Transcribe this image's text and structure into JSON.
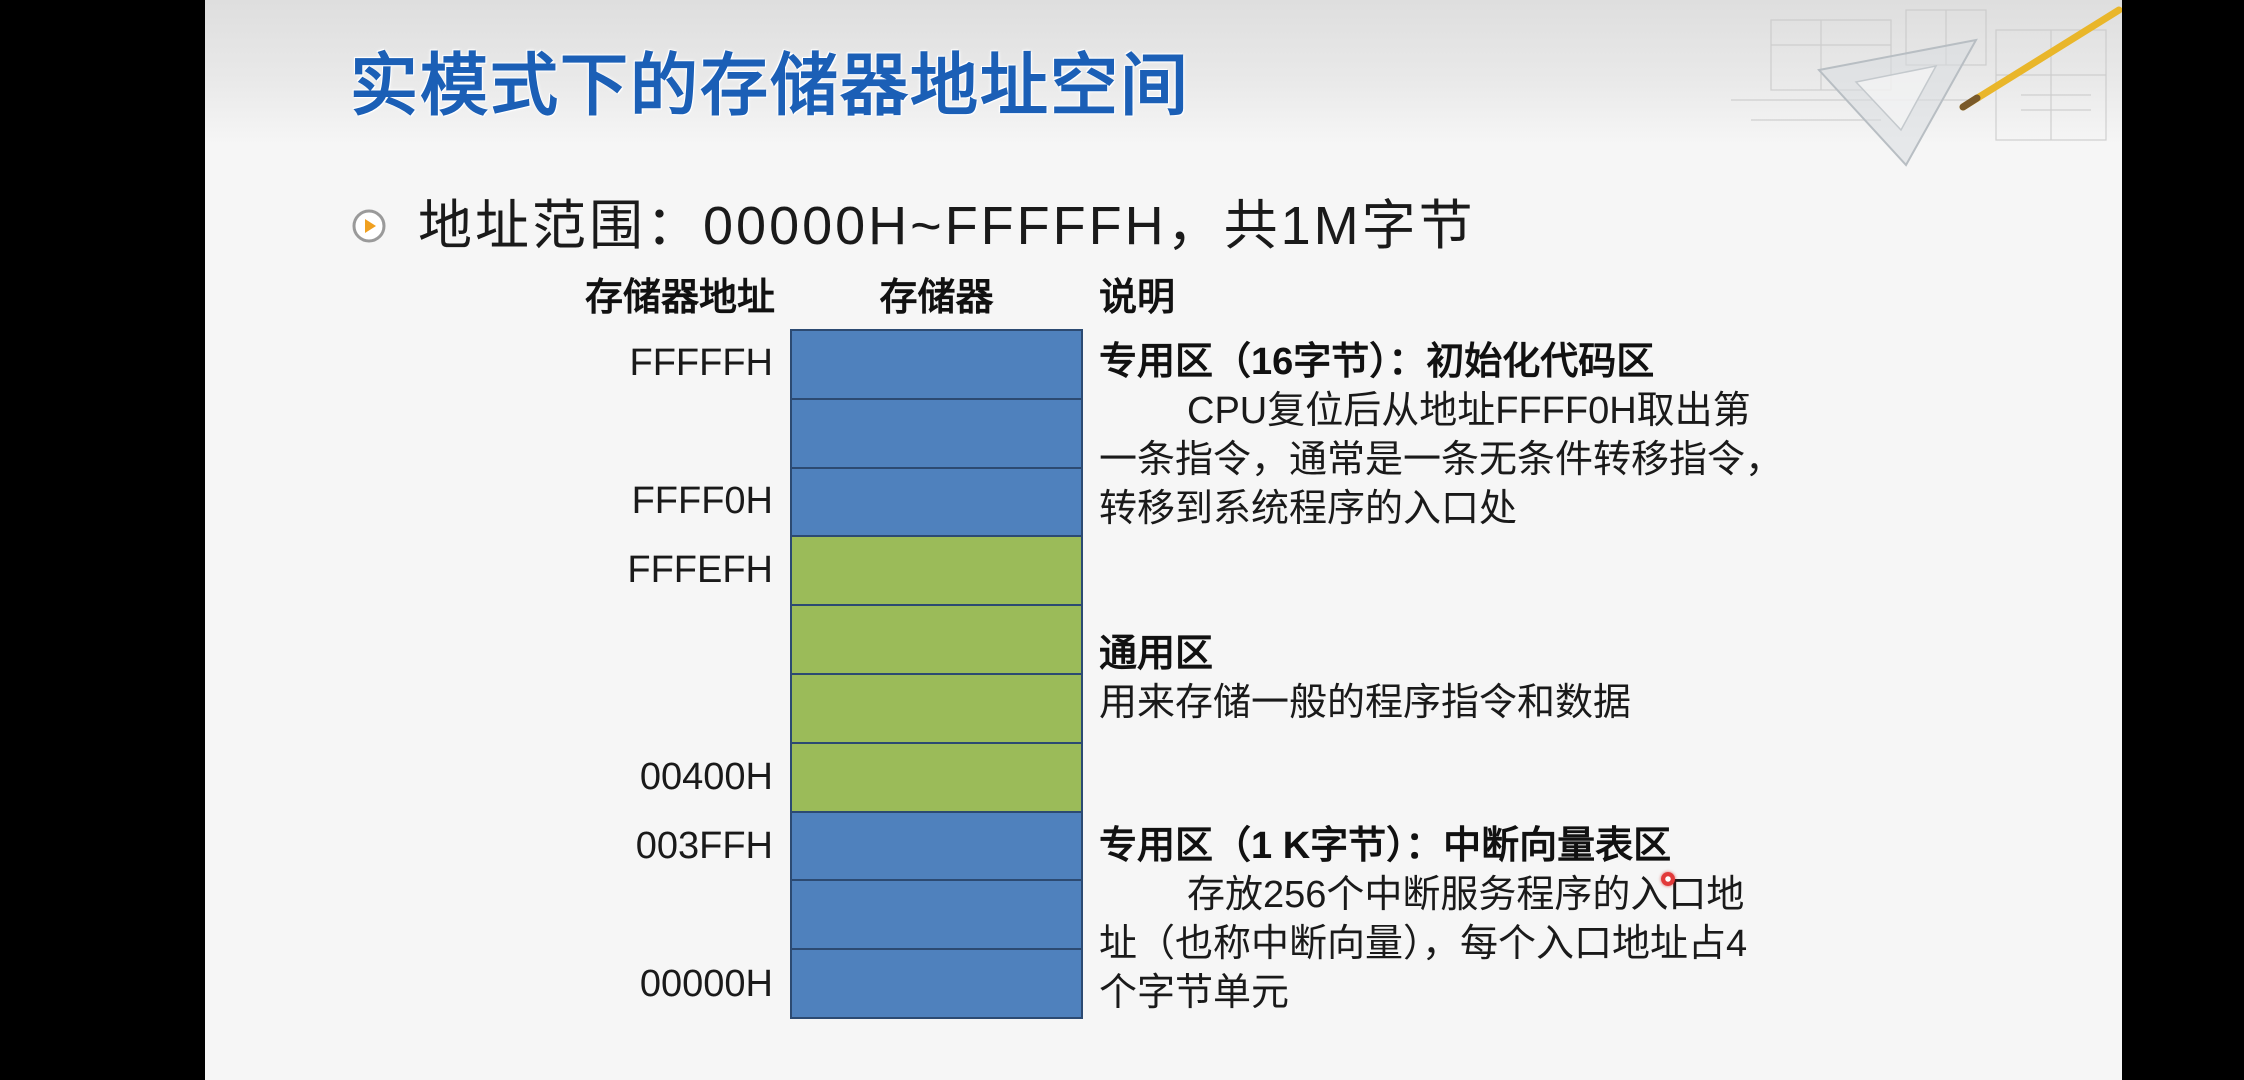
{
  "slide": {
    "title": "实模式下的存储器地址空间",
    "bullet": {
      "icon": "play-circle-icon",
      "text": "地址范围：00000H~FFFFFH，共1M字节"
    },
    "decoration": "architectural-sketch-with-pencil-icon"
  },
  "table": {
    "headers": {
      "address": "存储器地址",
      "memory": "存储器",
      "description": "说明"
    }
  },
  "memory": {
    "rows": [
      {
        "address": "FFFFFH",
        "color": "#4f81bd"
      },
      {
        "color": "#4f81bd"
      },
      {
        "address": "FFFF0H",
        "color": "#4f81bd"
      },
      {
        "address": "FFFEFH",
        "color": "#9bbb59"
      },
      {
        "color": "#9bbb59"
      },
      {
        "color": "#9bbb59"
      },
      {
        "address": "00400H",
        "color": "#9bbb59"
      },
      {
        "address": "003FFH",
        "color": "#4f81bd"
      },
      {
        "color": "#4f81bd"
      },
      {
        "address": "00000H",
        "color": "#4f81bd"
      }
    ]
  },
  "descriptions": [
    {
      "heading": "专用区（16字节）：初始化代码区",
      "lines": [
        "CPU复位后从地址FFFF0H取出第",
        "一条指令，通常是一条无条件转移指令，",
        "转移到系统程序的入口处"
      ]
    },
    {
      "heading": "通用区",
      "lines": [
        "用来存储一般的程序指令和数据"
      ]
    },
    {
      "heading": "专用区（1 K字节）：中断向量表区",
      "lines": [
        "存放256个中断服务程序的入口地",
        "址（也称中断向量），每个入口地址占4",
        "个字节单元"
      ]
    }
  ],
  "colors": {
    "title": "#1b5fb6",
    "special_region": "#4f81bd",
    "general_region": "#9bbb59",
    "row_border": "#2c4a72"
  }
}
